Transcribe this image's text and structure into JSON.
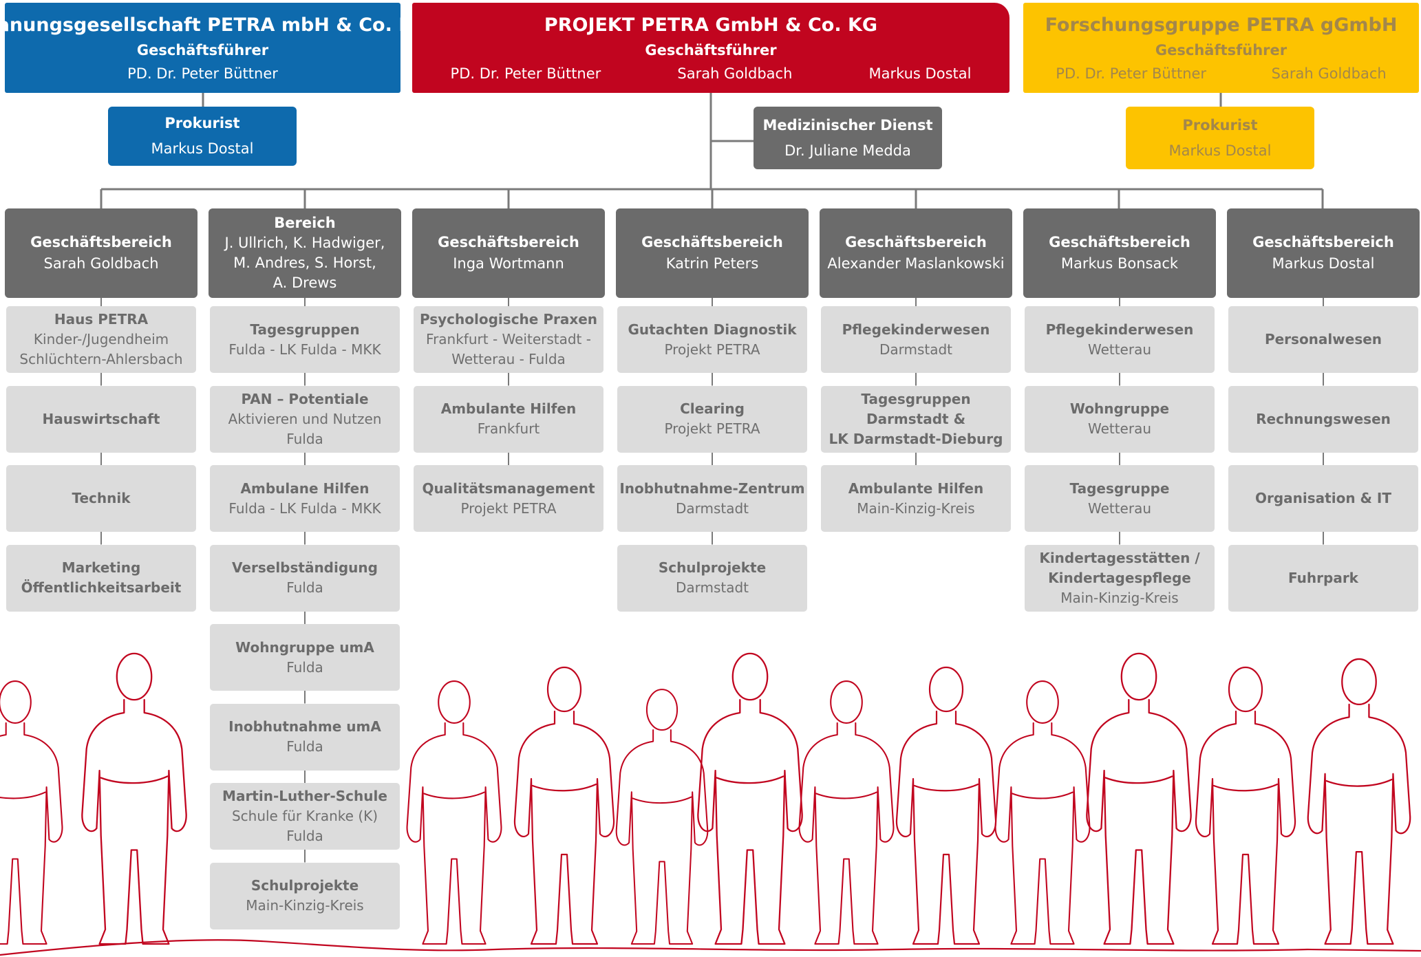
{
  "companies": {
    "planung": {
      "title": "Planungsgesellschaft PETRA mbH & Co. KG",
      "role": "Geschäftsführer",
      "names": [
        "PD. Dr. Peter Büttner"
      ]
    },
    "projekt": {
      "title": "PROJEKT PETRA GmbH & Co. KG",
      "role": "Geschäftsführer",
      "names": [
        "PD. Dr. Peter Büttner",
        "Sarah Goldbach",
        "Markus Dostal"
      ]
    },
    "forschung": {
      "title": "Forschungsgruppe PETRA gGmbH",
      "role": "Geschäftsführer",
      "names": [
        "PD. Dr. Peter Büttner",
        "Sarah Goldbach"
      ]
    }
  },
  "staff": {
    "prokurist_left": {
      "role": "Prokurist",
      "name": "Markus Dostal"
    },
    "medizin": {
      "role": "Medizinischer Dienst",
      "name": "Dr. Juliane Medda"
    },
    "prokurist_right": {
      "role": "Prokurist",
      "name": "Markus Dostal"
    }
  },
  "departments": [
    {
      "heading": "Geschäftsbereich",
      "lines": [
        "Sarah Goldbach"
      ],
      "units": [
        {
          "bold": [
            "Haus PETRA"
          ],
          "normal": [
            "Kinder-/Jugendheim",
            "Schlüchtern-Ahlersbach"
          ]
        },
        {
          "bold": [
            "Hauswirtschaft"
          ],
          "normal": []
        },
        {
          "bold": [
            "Technik"
          ],
          "normal": []
        },
        {
          "bold": [
            "Marketing",
            "Öffentlichkeitsarbeit"
          ],
          "normal": []
        }
      ]
    },
    {
      "heading": "Bereich",
      "lines": [
        "J. Ullrich, K. Hadwiger,",
        "M. Andres, S. Horst,",
        "A. Drews"
      ],
      "units": [
        {
          "bold": [
            "Tagesgruppen"
          ],
          "normal": [
            "Fulda - LK Fulda - MKK"
          ]
        },
        {
          "bold": [
            "PAN – Potentiale"
          ],
          "normal": [
            "Aktivieren und Nutzen",
            "Fulda"
          ]
        },
        {
          "bold": [
            "Ambulane Hilfen"
          ],
          "normal": [
            "Fulda - LK Fulda - MKK"
          ]
        },
        {
          "bold": [
            "Verselbständigung"
          ],
          "normal": [
            "Fulda"
          ]
        },
        {
          "bold": [
            "Wohngruppe umA"
          ],
          "normal": [
            "Fulda"
          ]
        },
        {
          "bold": [
            "Inobhutnahme umA"
          ],
          "normal": [
            "Fulda"
          ]
        },
        {
          "bold": [
            "Martin-Luther-Schule"
          ],
          "normal": [
            "Schule für Kranke (K)",
            "Fulda"
          ]
        },
        {
          "bold": [
            "Schulprojekte"
          ],
          "normal": [
            "Main-Kinzig-Kreis"
          ]
        }
      ]
    },
    {
      "heading": "Geschäftsbereich",
      "lines": [
        "Inga Wortmann"
      ],
      "units": [
        {
          "bold": [
            "Psychologische Praxen"
          ],
          "normal": [
            "Frankfurt - Weiterstadt -",
            "Wetterau - Fulda"
          ]
        },
        {
          "bold": [
            "Ambulante Hilfen"
          ],
          "normal": [
            "Frankfurt"
          ]
        },
        {
          "bold": [
            "Qualitätsmanagement"
          ],
          "normal": [
            "Projekt PETRA"
          ]
        }
      ]
    },
    {
      "heading": "Geschäftsbereich",
      "lines": [
        "Katrin Peters"
      ],
      "units": [
        {
          "bold": [
            "Gutachten Diagnostik"
          ],
          "normal": [
            "Projekt PETRA"
          ]
        },
        {
          "bold": [
            "Clearing"
          ],
          "normal": [
            "Projekt PETRA"
          ]
        },
        {
          "bold": [
            "Inobhutnahme-Zentrum"
          ],
          "normal": [
            "Darmstadt"
          ]
        },
        {
          "bold": [
            "Schulprojekte"
          ],
          "normal": [
            "Darmstadt"
          ]
        }
      ]
    },
    {
      "heading": "Geschäftsbereich",
      "lines": [
        "Alexander Maslankowski"
      ],
      "units": [
        {
          "bold": [
            "Pflegekinderwesen"
          ],
          "normal": [
            "Darmstadt"
          ]
        },
        {
          "bold": [
            "Tagesgruppen",
            "Darmstadt &",
            "LK Darmstadt-Dieburg"
          ],
          "normal": []
        },
        {
          "bold": [
            "Ambulante Hilfen"
          ],
          "normal": [
            "Main-Kinzig-Kreis"
          ]
        }
      ]
    },
    {
      "heading": "Geschäftsbereich",
      "lines": [
        "Markus Bonsack"
      ],
      "units": [
        {
          "bold": [
            "Pflegekinderwesen"
          ],
          "normal": [
            "Wetterau"
          ]
        },
        {
          "bold": [
            "Wohngruppe"
          ],
          "normal": [
            "Wetterau"
          ]
        },
        {
          "bold": [
            "Tagesgruppe"
          ],
          "normal": [
            "Wetterau"
          ]
        },
        {
          "bold": [
            "Kindertagesstätten /",
            "Kindertagespflege"
          ],
          "normal": [
            "Main-Kinzig-Kreis"
          ]
        }
      ]
    },
    {
      "heading": "Geschäftsbereich",
      "lines": [
        "Markus Dostal"
      ],
      "units": [
        {
          "bold": [
            "Personalwesen"
          ],
          "normal": []
        },
        {
          "bold": [
            "Rechnungswesen"
          ],
          "normal": []
        },
        {
          "bold": [
            "Organisation & IT"
          ],
          "normal": []
        },
        {
          "bold": [
            "Fuhrpark"
          ],
          "normal": []
        }
      ]
    }
  ],
  "colors": {
    "blue": "#0e6aad",
    "red": "#c1051f",
    "yellow": "#fdc300",
    "department": "#6b6b6b",
    "unit": "#dcdcdc",
    "outline": "#c1051f"
  }
}
